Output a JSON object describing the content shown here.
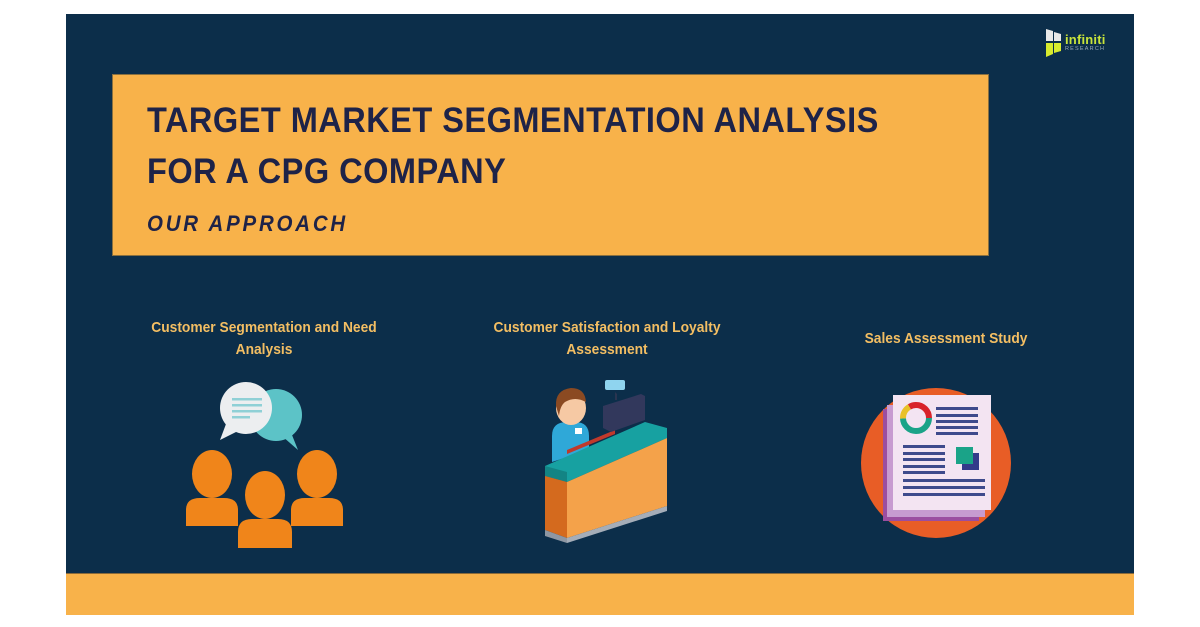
{
  "brand": {
    "name": "infiniti",
    "tagline": "RESEARCH",
    "colors": {
      "primary": "#c8e43a",
      "mark_light": "#e9e9e9"
    }
  },
  "banner": {
    "title_line1": "TARGET MARKET SEGMENTATION ANALYSIS",
    "title_line2": "FOR A CPG COMPANY",
    "subtitle": "OUR APPROACH"
  },
  "approach": [
    {
      "label": "Customer Segmentation and Need Analysis",
      "icon": "people-chat-icon"
    },
    {
      "label": "Customer Satisfaction and Loyalty Assessment",
      "icon": "service-desk-icon"
    },
    {
      "label": "Sales Assessment Study",
      "icon": "report-document-icon"
    }
  ],
  "colors": {
    "background": "#0c2e4a",
    "accent": "#f8b24a",
    "title_text": "#1e2348",
    "label_text": "#f3be63"
  }
}
